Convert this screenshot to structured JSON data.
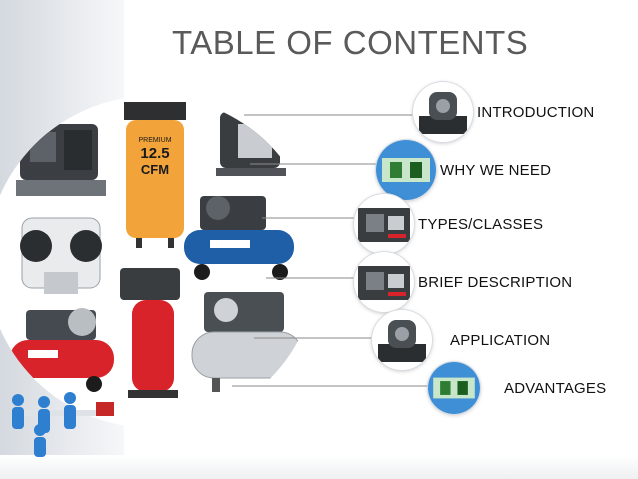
{
  "slide": {
    "title": "TABLE OF CONTENTS"
  },
  "toc": {
    "items": [
      {
        "label": "INTRODUCTION",
        "icon": "compressor-unit-icon"
      },
      {
        "label": "WHY WE NEED",
        "icon": "compressor-cutaway-icon"
      },
      {
        "label": "TYPES/CLASSES",
        "icon": "compressor-machine-icon"
      },
      {
        "label": "BRIEF DESCRIPTION",
        "icon": "compressor-machine-icon"
      },
      {
        "label": "APPLICATION",
        "icon": "compressor-unit-icon"
      },
      {
        "label": "ADVANTAGES",
        "icon": "compressor-cutaway-icon"
      }
    ]
  },
  "collage": {
    "tank_label_1": "12.5",
    "tank_label_2": "CFM",
    "tank_label_3": "PREMIUM"
  },
  "colors": {
    "title": "#5a5a5a",
    "left_bar": "#dde1e6",
    "leader_line": "#8a8a8a",
    "orange_tank": "#f2a33a",
    "red_tank": "#d8232a",
    "blue_tank": "#1f5fa8",
    "figures": "#2f7fd0"
  }
}
